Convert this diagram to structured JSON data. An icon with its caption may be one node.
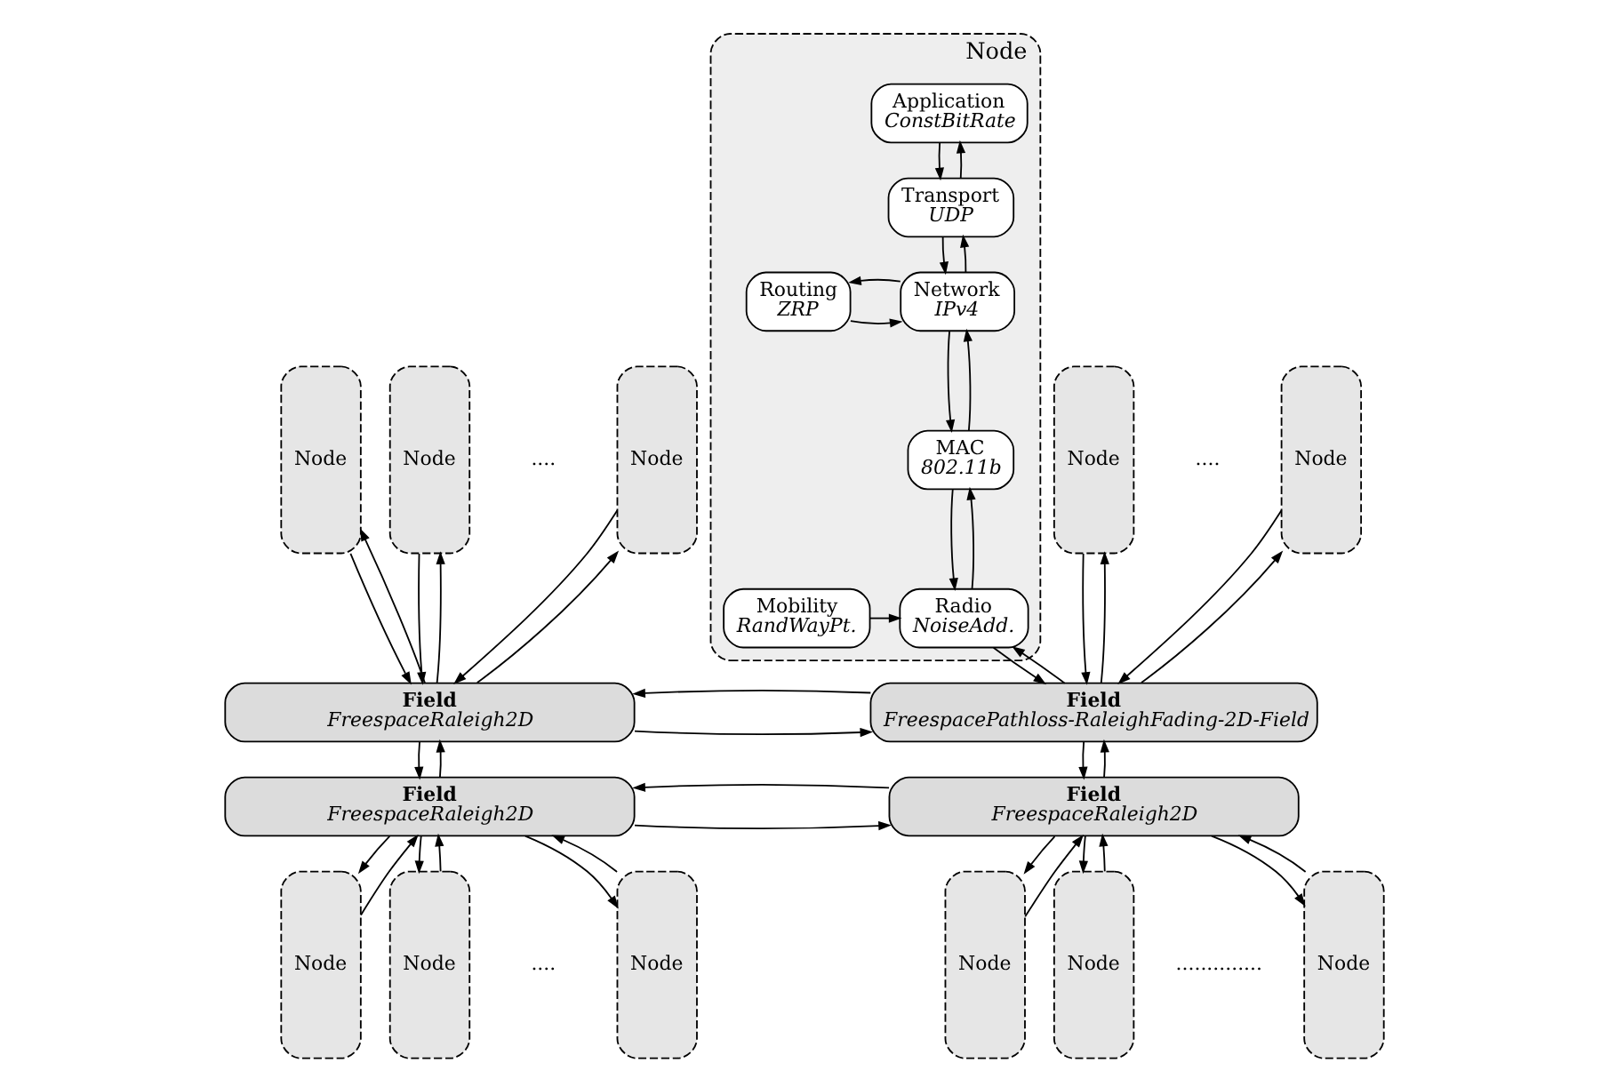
{
  "diagram": {
    "nodes": [
      {
        "text": [
          "Node"
        ]
      },
      {
        "text": [
          "Application",
          "ConstBitRate"
        ],
        "in": 0
      },
      {
        "text": [
          "Transport",
          "UDP"
        ],
        "in": 0
      },
      {
        "text": [
          "Network",
          "IPv4"
        ],
        "in": 0
      },
      {
        "text": [
          "Routing",
          "ZRP"
        ],
        "in": 0
      },
      {
        "text": [
          "MAC",
          "802.11b"
        ],
        "in": 0
      },
      {
        "text": [
          "Radio",
          "NoiseAdd."
        ],
        "in": 0
      },
      {
        "text": [
          "Mobility",
          "RandWayPt."
        ],
        "in": 0
      },
      {
        "text": [
          "Node"
        ]
      },
      {
        "text": [
          "Node"
        ]
      },
      {
        "text": [
          "Node"
        ]
      },
      {
        "text": [
          "Node"
        ]
      },
      {
        "text": [
          "Node"
        ]
      },
      {
        "text": [
          "Field",
          "FreespacePathloss-RaleighFading-2D-Field"
        ]
      },
      {
        "text": [
          "Field",
          "FreespaceRaleigh2D"
        ]
      },
      {
        "text": [
          "Field",
          "FreespaceRaleigh2D"
        ]
      },
      {
        "text": [
          "Field",
          "FreespaceRaleigh2D"
        ]
      },
      {
        "text": [
          "Node"
        ]
      },
      {
        "text": [
          "Node"
        ]
      },
      {
        "text": [
          "Node"
        ]
      },
      {
        "text": [
          "Node"
        ]
      },
      {
        "text": [
          "Node"
        ]
      },
      {
        "text": [
          "Node"
        ]
      }
    ],
    "edges": [
      {
        "from": 1,
        "to": 2,
        "arrow": "to"
      },
      {
        "from": 2,
        "to": 1,
        "arrow": "to"
      },
      {
        "from": 2,
        "to": 3,
        "arrow": "to"
      },
      {
        "from": 3,
        "to": 2,
        "arrow": "to"
      },
      {
        "from": 4,
        "to": 3,
        "arrow": "to"
      },
      {
        "from": 3,
        "to": 4,
        "arrow": "to"
      },
      {
        "from": 3,
        "to": 5,
        "arrow": "to"
      },
      {
        "from": 5,
        "to": 3,
        "arrow": "to"
      },
      {
        "from": 5,
        "to": 6,
        "arrow": "to"
      },
      {
        "from": 6,
        "to": 5,
        "arrow": "to"
      },
      {
        "from": 7,
        "to": 6,
        "arrow": "to"
      },
      {
        "from": 6,
        "to": 13,
        "arrow": "to"
      },
      {
        "from": 13,
        "to": 6,
        "arrow": "to"
      },
      {
        "from": 8,
        "to": 13,
        "arrow": "to"
      },
      {
        "from": 13,
        "to": 8,
        "arrow": "to"
      },
      {
        "from": 9,
        "to": 13,
        "arrow": "to"
      },
      {
        "from": 13,
        "to": 9,
        "arrow": "to"
      },
      {
        "from": 10,
        "to": 14,
        "arrow": "to"
      },
      {
        "from": 14,
        "to": 10,
        "arrow": "to"
      },
      {
        "from": 11,
        "to": 14,
        "arrow": "to"
      },
      {
        "from": 14,
        "to": 11,
        "arrow": "to"
      },
      {
        "from": 12,
        "to": 14,
        "arrow": "to"
      },
      {
        "from": 14,
        "to": 12,
        "arrow": "to"
      },
      {
        "from": 14,
        "to": 13,
        "arrow": "to"
      },
      {
        "from": 13,
        "to": 14,
        "arrow": "to"
      },
      {
        "from": 13,
        "to": 15,
        "arrow": "to"
      },
      {
        "from": 15,
        "to": 13,
        "arrow": "to"
      },
      {
        "from": 14,
        "to": 16,
        "arrow": "to"
      },
      {
        "from": 16,
        "to": 14,
        "arrow": "to"
      },
      {
        "from": 16,
        "to": 15,
        "arrow": "to"
      },
      {
        "from": 15,
        "to": 16,
        "arrow": "to"
      },
      {
        "from": 15,
        "to": 17,
        "arrow": "to"
      },
      {
        "from": 17,
        "to": 15,
        "arrow": "to"
      },
      {
        "from": 15,
        "to": 18,
        "arrow": "to"
      },
      {
        "from": 18,
        "to": 15,
        "arrow": "to"
      },
      {
        "from": 15,
        "to": 19,
        "arrow": "to"
      },
      {
        "from": 19,
        "to": 15,
        "arrow": "to"
      },
      {
        "from": 16,
        "to": 20,
        "arrow": "to"
      },
      {
        "from": 20,
        "to": 16,
        "arrow": "to"
      },
      {
        "from": 16,
        "to": 21,
        "arrow": "to"
      },
      {
        "from": 21,
        "to": 16,
        "arrow": "to"
      },
      {
        "from": 16,
        "to": 22,
        "arrow": "to"
      },
      {
        "from": 22,
        "to": 16,
        "arrow": "to"
      }
    ],
    "labels": [
      "....",
      "....",
      "..............",
      "...."
    ]
  }
}
